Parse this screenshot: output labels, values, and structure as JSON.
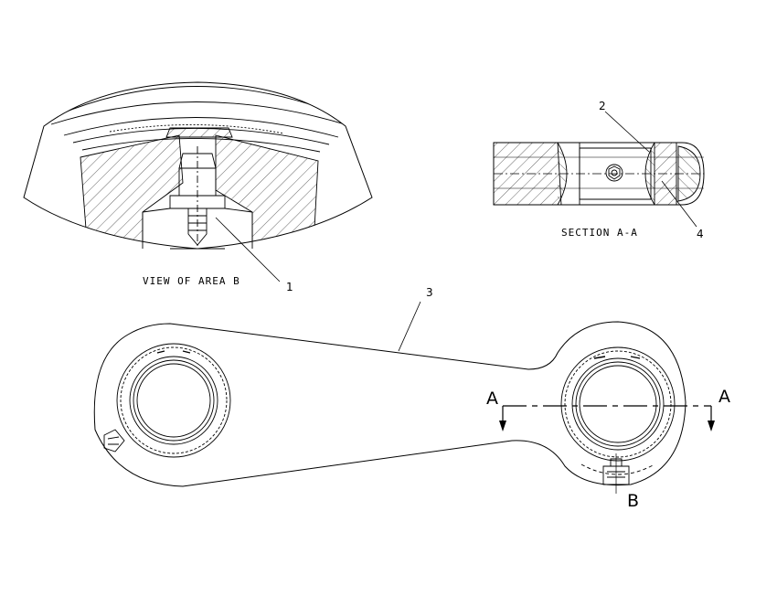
{
  "labels": {
    "view_b": "VIEW OF AREA B",
    "section_aa": "SECTION A-A",
    "callout_1": "1",
    "callout_2": "2",
    "callout_3": "3",
    "callout_4": "4",
    "section_left": "A",
    "section_right": "A",
    "area_b": "B"
  },
  "colors": {
    "line": "#000000",
    "background": "#ffffff"
  }
}
